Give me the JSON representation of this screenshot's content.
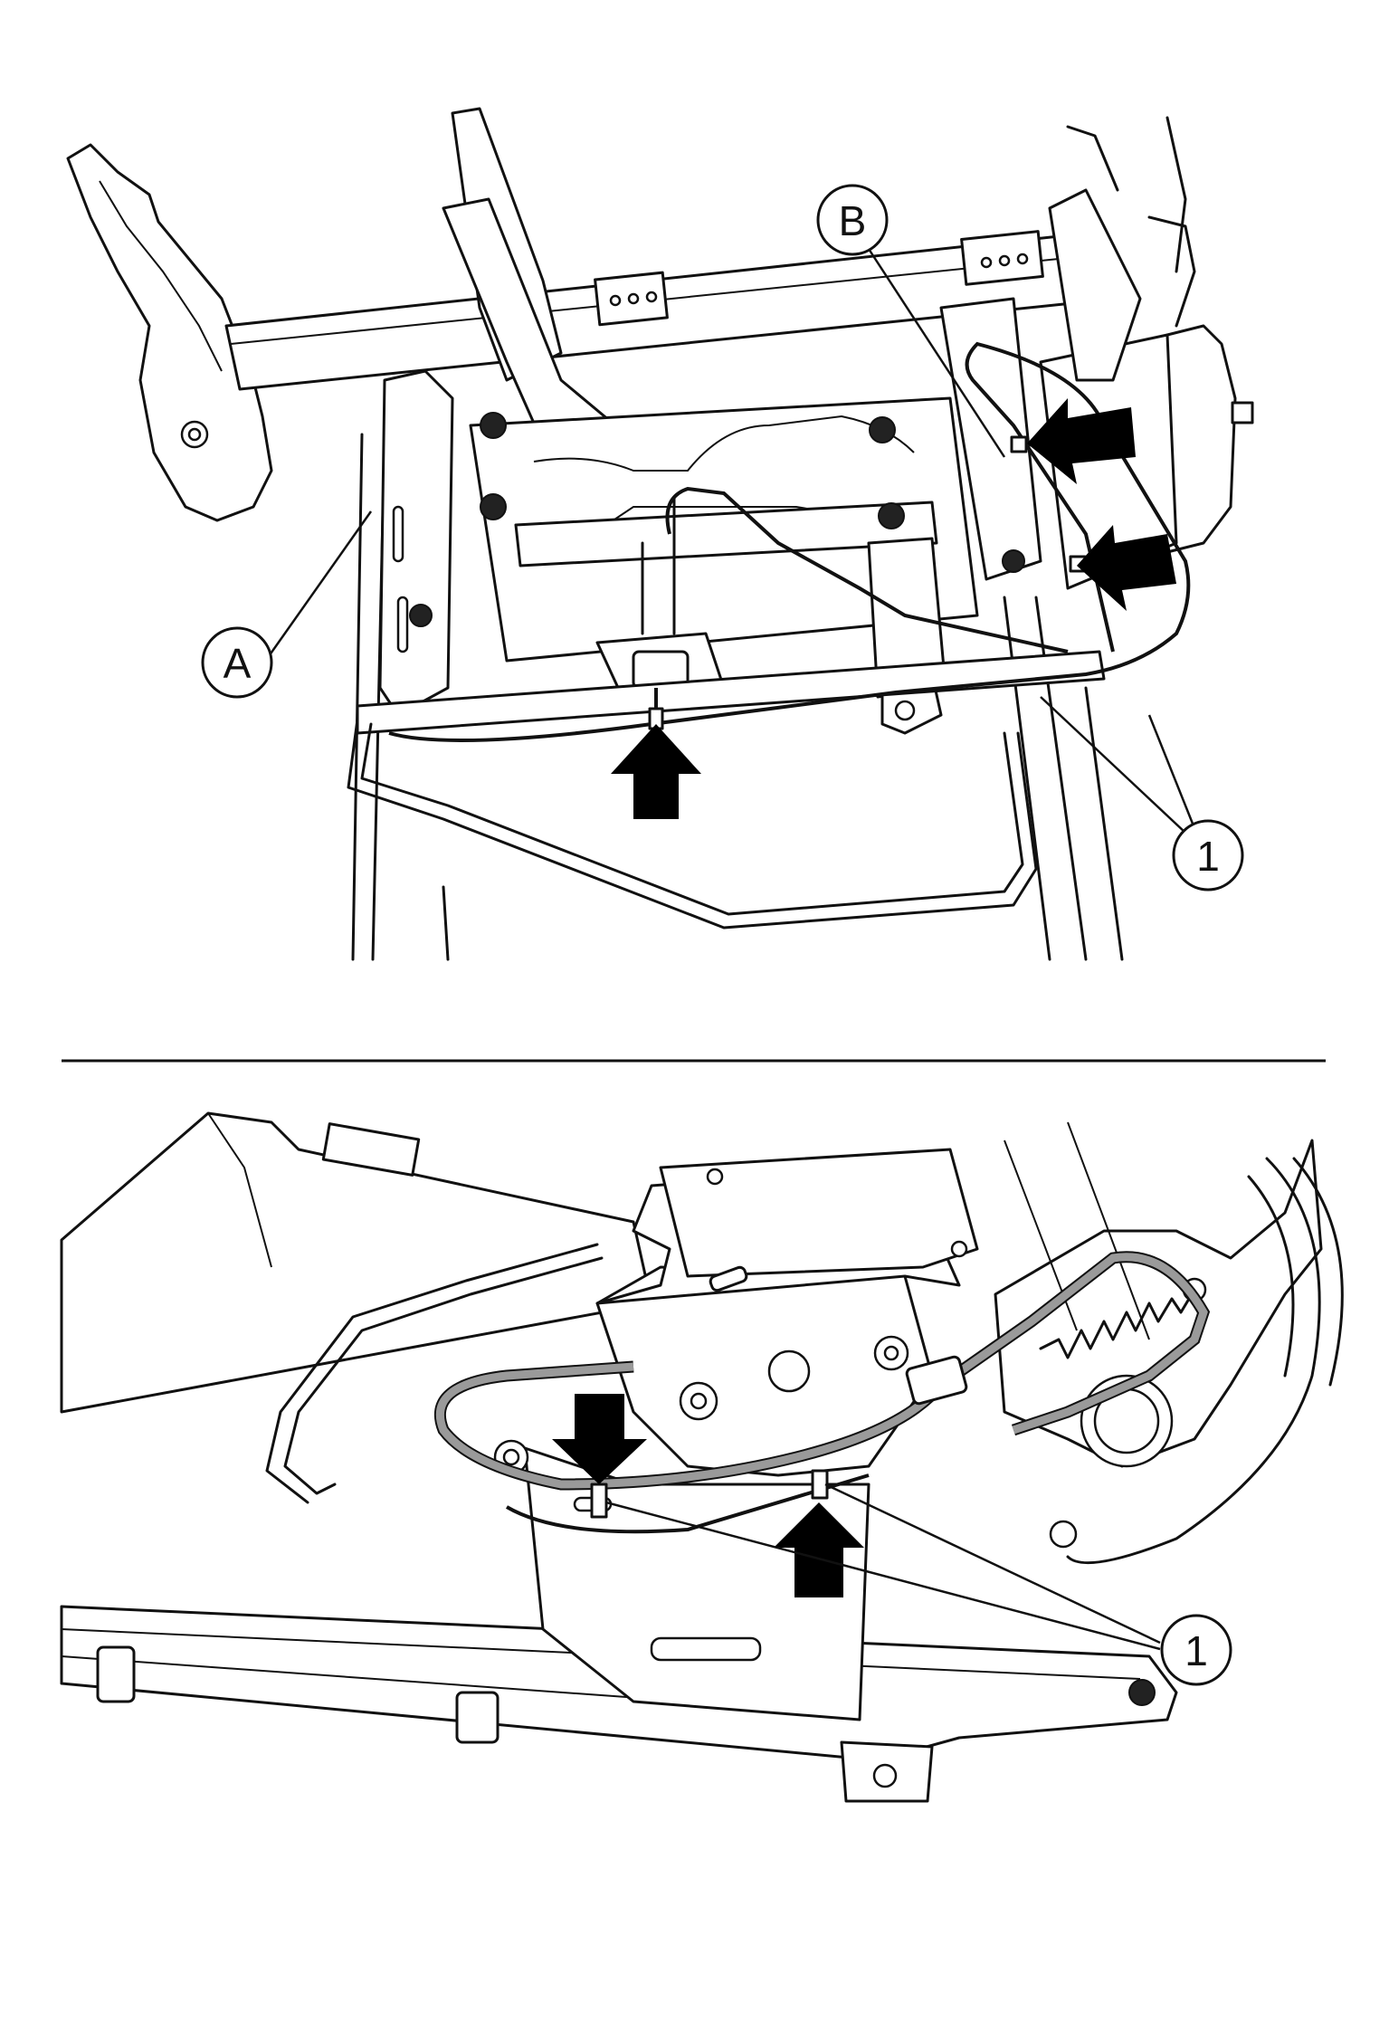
{
  "callouts": {
    "top_label_a": "A",
    "top_label_b": "B",
    "top_label_1": "1",
    "bottom_label_1": "1"
  },
  "colors": {
    "line": "#111111",
    "arrow": "#000000",
    "cable_highlight": "#9a9a9a"
  }
}
